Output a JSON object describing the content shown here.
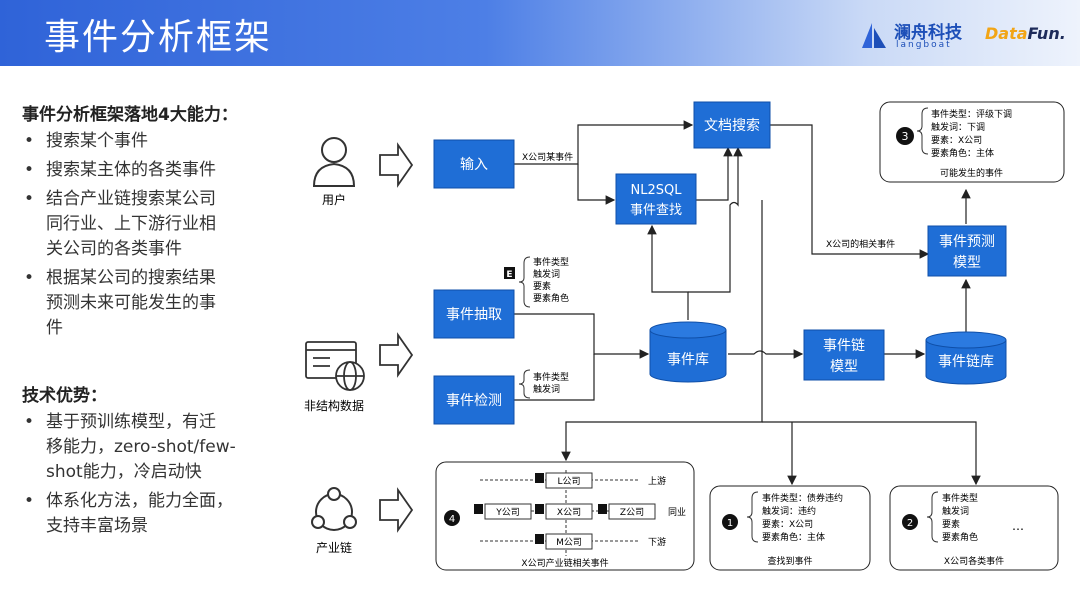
{
  "header": {
    "title": "事件分析框架"
  },
  "logos": {
    "langboat_cn": "澜舟科技",
    "langboat_en": "langboat",
    "datafun_a": "Data",
    "datafun_b": "Fun."
  },
  "left": {
    "heading1": "事件分析框架落地4大能力：",
    "bullets1": [
      [
        "搜索某个事件"
      ],
      [
        "搜索某主体的各类事件"
      ],
      [
        "结合产业链搜索某公司",
        "同行业、上下游行业相",
        "关公司的各类事件"
      ],
      [
        "根据某公司的搜索结果",
        "预测未来可能发生的事",
        "件"
      ]
    ],
    "heading2": "技术优势：",
    "bullets2": [
      [
        "基于预训练模型，有迁",
        "移能力，zero-shot/few-",
        "shot能力，冷启动快"
      ],
      [
        "体系化方法，能力全面，",
        "支持丰富场景"
      ]
    ],
    "bullet_symbol": "•"
  },
  "diagram": {
    "user": "用户",
    "unstructured": "非结构数据",
    "chain": "产业链",
    "input": "输入",
    "input_edge": "X公司某事件",
    "doc_search": "文档搜索",
    "nl2sql_1": "NL2SQL",
    "nl2sql_2": "事件查找",
    "extract": "事件抽取",
    "detect": "事件检测",
    "event_db": "事件库",
    "chain_model_1": "事件链",
    "chain_model_2": "模型",
    "chain_db": "事件链库",
    "predict_1": "事件预测",
    "predict_2": "模型",
    "related_edge": "X公司的相关事件",
    "e_badge": "E",
    "extract_brace": [
      "事件类型",
      "触发词",
      "要素",
      "要素角色"
    ],
    "detect_brace": [
      "事件类型",
      "触发词"
    ],
    "result3": {
      "num": "3",
      "lines": [
        "事件类型：评级下调",
        "触发词：下调",
        "要素：X公司",
        "要素角色：主体"
      ],
      "caption": "可能发生的事件"
    },
    "result1": {
      "num": "1",
      "lines": [
        "事件类型：债券违约",
        "触发词：违约",
        "要素：X公司",
        "要素角色：主体"
      ],
      "caption": "查找到事件"
    },
    "result2": {
      "num": "2",
      "lines": [
        "事件类型",
        "触发词",
        "要素",
        "要素角色"
      ],
      "dots": "…",
      "caption": "X公司各类事件"
    },
    "result4": {
      "num": "4",
      "L": "L公司",
      "Y": "Y公司",
      "X": "X公司",
      "Z": "Z公司",
      "M": "M公司",
      "upstream": "上游",
      "peer": "同业",
      "downstream": "下游",
      "caption": "X公司产业链相关事件"
    }
  },
  "colors": {
    "box": "#1f6ed6",
    "box_border": "#0f4fa8",
    "arrow": "#222222",
    "header": "#2f63d8"
  }
}
